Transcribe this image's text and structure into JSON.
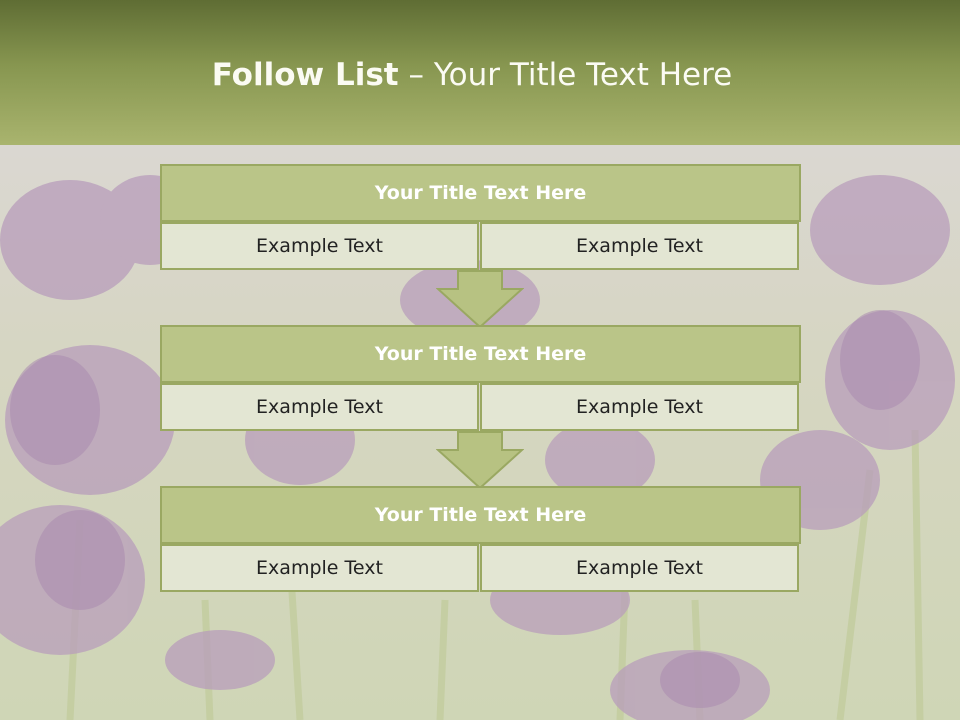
{
  "slide": {
    "title_bold": "Follow List",
    "title_rest": " – Your Title Text Here"
  },
  "blocks": [
    {
      "title": "Your Title Text Here",
      "left": "Example Text",
      "right": "Example Text"
    },
    {
      "title": "Your Title Text Here",
      "left": "Example Text",
      "right": "Example Text"
    },
    {
      "title": "Your Title Text Here",
      "left": "Example Text",
      "right": "Example Text"
    }
  ],
  "colors": {
    "header_dark": "#5f6d34",
    "header_light": "#a9b46e",
    "title_fill": "#bac588",
    "cell_fill": "#e3e6d3",
    "border": "#9aa862",
    "arrow_fill": "#b7c282"
  }
}
